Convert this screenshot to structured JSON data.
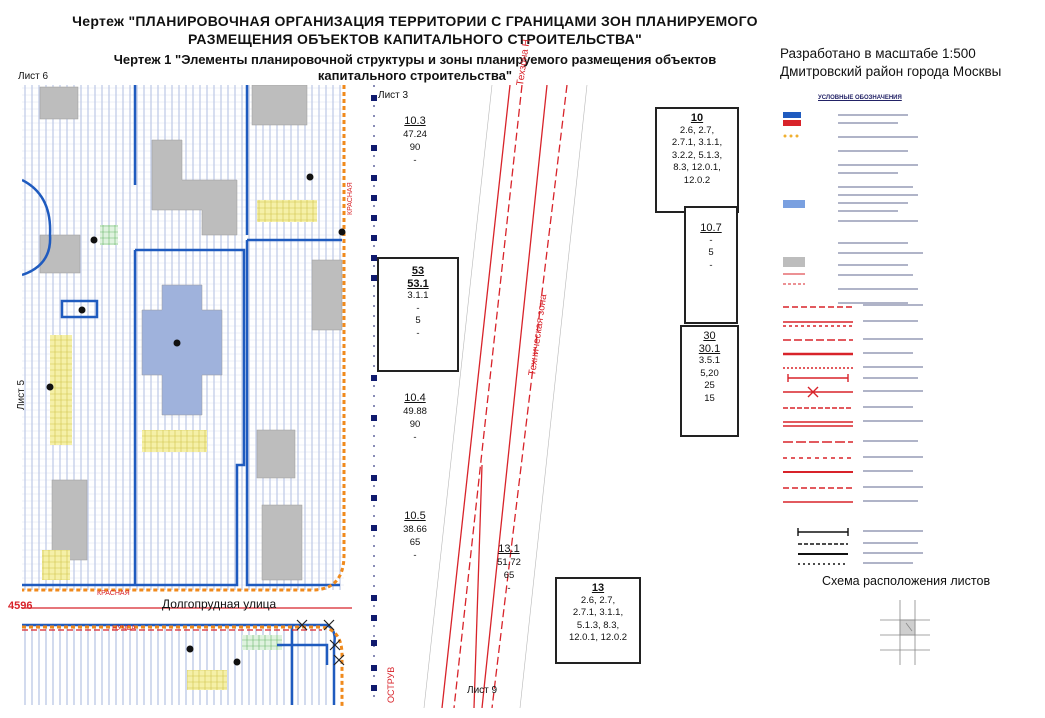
{
  "header": {
    "title_line1": "Чертеж \"ПЛАНИРОВОЧНАЯ ОРГАНИЗАЦИЯ ТЕРРИТОРИИ С ГРАНИЦАМИ ЗОН ПЛАНИРУЕМОГО",
    "title_line2": "РАЗМЕЩЕНИЯ ОБЪЕКТОВ КАПИТАЛЬНОГО СТРОИТЕЛЬСТВА\"",
    "subtitle_line1": "Чертеж 1 \"Элементы планировочной структуры и зоны планируемого размещения объектов",
    "subtitle_line2": "капитального строительства\"",
    "scale": "Разработано в масштабе 1:500",
    "district": "Дмитровский район города Москвы"
  },
  "sheets": {
    "sheet6": "Лист 6",
    "sheet3": "Лист 3",
    "sheet5": "Лист 5",
    "sheet9": "Лист 9"
  },
  "map_labels": {
    "street": "Долгопрудная улица",
    "red_line_number": "4596",
    "tech_zone_1": "Техзона Н",
    "tech_zone_2": "Техническая зона",
    "krasnaya_1": "КРАСНАЯ",
    "krasnaya_2": "КРАСНАЯ",
    "ostruv": "ОСТРУВ",
    "nuchsa": "НУЧСА"
  },
  "zones": {
    "z10_3": {
      "num": "10.3",
      "v1": "47.24",
      "v2": "90",
      "v3": "-"
    },
    "z10": {
      "num": "10",
      "codes": [
        "2.6, 2.7,",
        "2.7.1, 3.1.1,",
        "3.2.2, 5.1.3,",
        "8.3, 12.0.1,",
        "12.0.2"
      ]
    },
    "z10_7": {
      "num": "10.7",
      "v1": "-",
      "v2": "5",
      "v3": "-"
    },
    "z53": {
      "num": "53",
      "sub": "53.1",
      "v1": "3.1.1",
      "v2": "-",
      "v3": "5",
      "v4": "-"
    },
    "z30": {
      "num": "30",
      "sub": "30.1",
      "v1": "3.5.1",
      "v2": "5,20",
      "v3": "25",
      "v4": "15"
    },
    "z10_4": {
      "num": "10.4",
      "v1": "49.88",
      "v2": "90",
      "v3": "-"
    },
    "z10_5": {
      "num": "10.5",
      "v1": "38.66",
      "v2": "65",
      "v3": "-"
    },
    "z13_1": {
      "num": "13.1",
      "v1": "51.72",
      "v2": "65",
      "v3": "-"
    },
    "z13": {
      "num": "13",
      "codes": [
        "2.6, 2.7,",
        "2.7.1, 3.1.1,",
        "5.1.3, 8.3,",
        "12.0.1, 12.0.2"
      ]
    }
  },
  "legend": {
    "title": "УСЛОВНЫЕ ОБОЗНАЧЕНИЯ"
  },
  "schema": {
    "title": "Схема расположения листов"
  },
  "colors": {
    "blue_boundary": "#1f5bbf",
    "red_line": "#d8232a",
    "orange_line": "#f08a1c",
    "hatch": "#8fa4d6",
    "yellow_hatch": "#e9e27a",
    "green_hatch": "#7fc77f",
    "building": "#bdbdbd"
  }
}
